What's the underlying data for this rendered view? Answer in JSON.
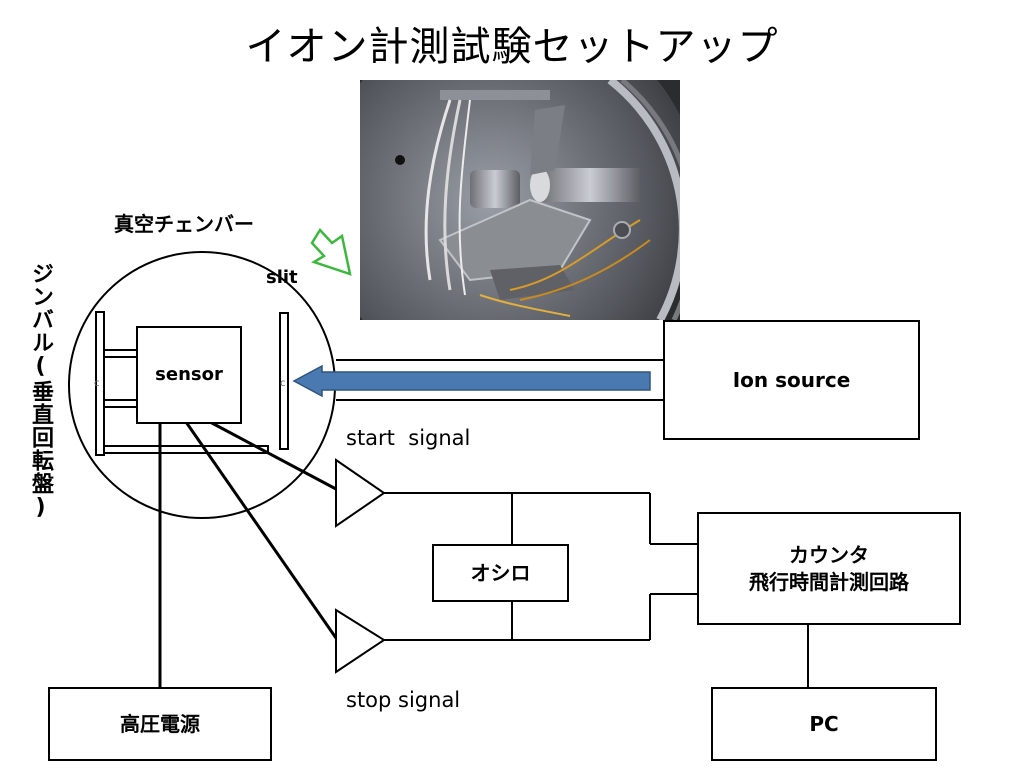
{
  "slide": {
    "title": "イオン計測試験セットアップ"
  },
  "labels": {
    "chamber": "真空チェンバー",
    "gimbal": "ジンバル(垂直回転盤)",
    "slit": "slit",
    "sensor": "sensor",
    "ion_source": "Ion source",
    "start_signal": "start  signal",
    "stop_signal": "stop signal",
    "oscilloscope": "オシロ",
    "counter_line1": "カウンタ",
    "counter_line2": "飛行時間計測回路",
    "hv_power": "高圧電源",
    "pc": "PC"
  },
  "colors": {
    "ion_beam_arrow": "#4a78b0",
    "pointer_arrow": "#3cb83c"
  }
}
